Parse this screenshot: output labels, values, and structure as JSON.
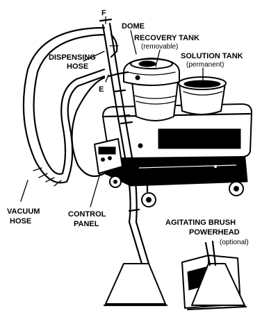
{
  "labels": {
    "f": "F",
    "e": "E",
    "dome": "DOME",
    "recovery_tank_line1": "RECOVERY TANK",
    "recovery_tank_line2": "(removable)",
    "solution_tank_line1": "SOLUTION TANK",
    "solution_tank_line2": "(permanent)",
    "dispensing_hose_line1": "DISPENSING",
    "dispensing_hose_line2": "HOSE",
    "vacuum_hose_line1": "VACUUM",
    "vacuum_hose_line2": "HOSE",
    "control_panel_line1": "CONTROL",
    "control_panel_line2": "PANEL",
    "powerhead_line1": "AGITATING BRUSH",
    "powerhead_line2": "POWERHEAD",
    "powerhead_line3": "(optional)"
  },
  "colors": {
    "ink": "#000000",
    "background": "#ffffff"
  }
}
